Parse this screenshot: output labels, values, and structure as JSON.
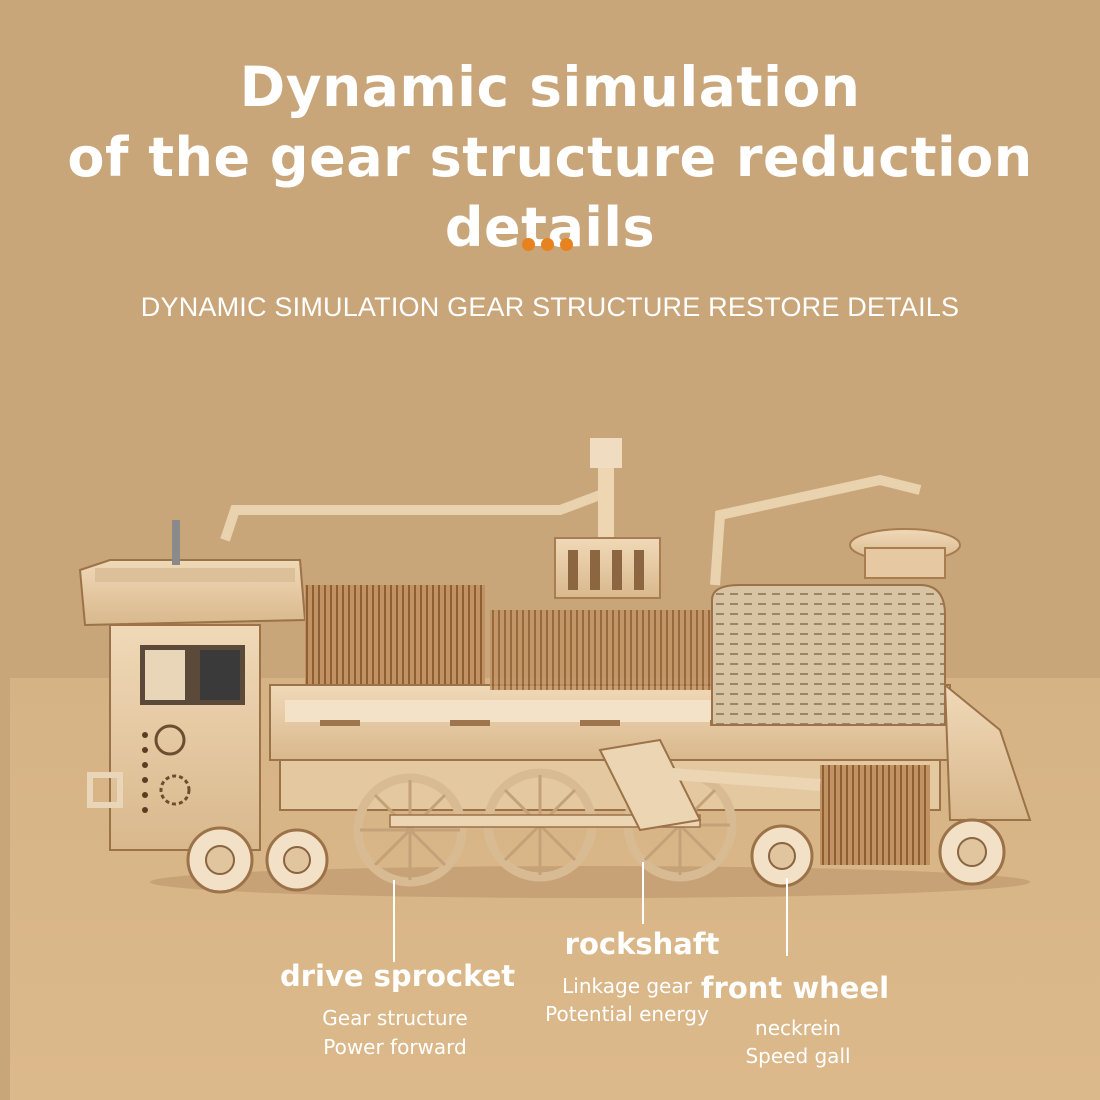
{
  "title_line1": "Dynamic simulation",
  "title_line2": "of the gear structure reduction details",
  "subtitle": "DYNAMIC SIMULATION GEAR STRUCTURE  RESTORE DETAILS",
  "accent_dot_color": "#e8821e",
  "background_color": "#c9a57a",
  "callouts": [
    {
      "heading": "drive sprocket",
      "lines": [
        "Gear structure",
        "Power forward"
      ]
    },
    {
      "heading": "rockshaft",
      "lines": [
        "Linkage gear",
        "Potential energy"
      ]
    },
    {
      "heading": "front wheel",
      "lines": [
        "neckrein",
        "Speed gall"
      ]
    }
  ]
}
